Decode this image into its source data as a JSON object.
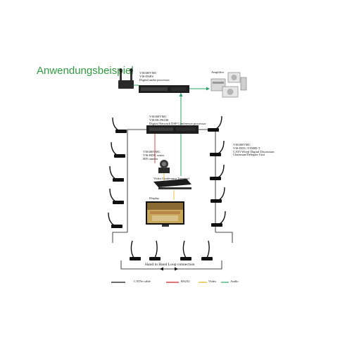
{
  "title": "Anwendungsbeispiel",
  "colors": {
    "title_green": "#2f9a3f",
    "audio_green": "#2aa06a",
    "rs232_red": "#cc2222",
    "video_yellow": "#e5b416",
    "cat_black": "#111111",
    "device_dark": "#222222",
    "screen_blue": "#3a6fb0"
  },
  "devices": {
    "dsp": {
      "line1": "VIS300VMC",
      "line2": "VIS-DSPS",
      "line3": "Digital audio processor"
    },
    "amplifier": {
      "label": "Amplifier"
    },
    "dcp": {
      "line1": "VIS300VMC",
      "line2": "VIS-DCPS100",
      "line3": "Digital Network DSP Conference processor"
    },
    "camera": {
      "line1": "VIS300VMC",
      "line2": "VIS-HDC series",
      "line3": "HD camera"
    },
    "terminal": {
      "label": "Video Conference Terminal"
    },
    "display": {
      "label": "Display"
    },
    "units": {
      "line1": "VIS300VMC",
      "line2": "VIS-DDC-T/DDD-T",
      "line3": "CAT5 Wired Digital Discussion",
      "line4": "Chairman/Delegate Unit"
    }
  },
  "loop_label": "Hand in Hand Loop connection",
  "legend": [
    {
      "label": "CAT5e cable",
      "color": "#111111",
      "icon": "solid-line"
    },
    {
      "label": "RS232",
      "color": "#cc2222",
      "icon": "solid-line"
    },
    {
      "label": "Video",
      "color": "#e5b416",
      "icon": "solid-line"
    },
    {
      "label": "Audio",
      "color": "#2aa06a",
      "icon": "solid-line"
    }
  ],
  "icons": {
    "mic_receiver": "wireless-mic-receiver-icon",
    "gooseneck": "gooseneck-microphone-icon",
    "speaker": "loudspeaker-icon",
    "camera": "ptz-camera-icon"
  }
}
